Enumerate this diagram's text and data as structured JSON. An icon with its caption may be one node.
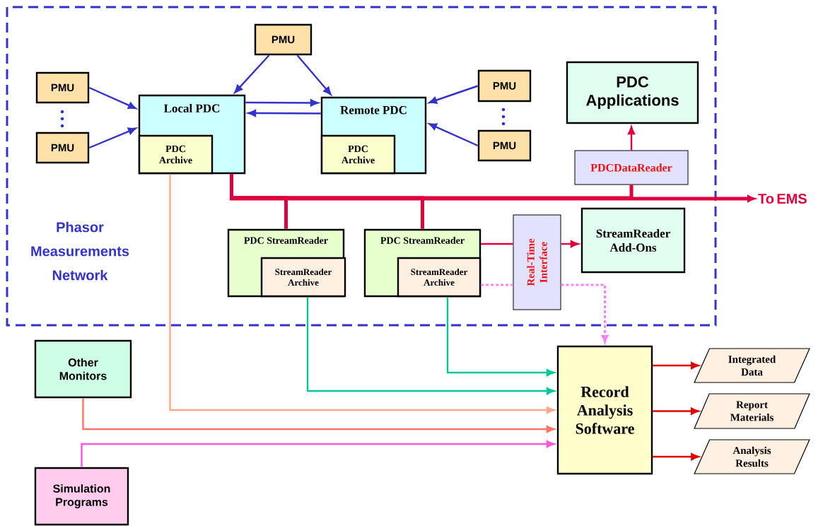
{
  "diagram": {
    "nodes": [
      {
        "text": [
          "Phasor Measurements Network"
        ]
      },
      {
        "text": [
          "PMU"
        ],
        "in": 0
      },
      {
        "text": [
          "PMU"
        ],
        "in": 0
      },
      {
        "text": [
          "PMU"
        ],
        "in": 0
      },
      {
        "text": [
          "Local PDC"
        ],
        "in": 0
      },
      {
        "text": [
          "PDC Archive"
        ],
        "in": 4
      },
      {
        "text": [
          "Remote PDC"
        ],
        "in": 0
      },
      {
        "text": [
          "PDC Archive"
        ],
        "in": 6
      },
      {
        "text": [
          "PMU"
        ],
        "in": 0
      },
      {
        "text": [
          "PMU"
        ],
        "in": 0
      },
      {
        "text": [
          "PDC Applications"
        ],
        "in": 0
      },
      {
        "text": [
          "PDCDataReader"
        ],
        "in": 0
      },
      {
        "text": [
          "PDC StreamReader"
        ],
        "in": 0
      },
      {
        "text": [
          "StreamReader Archive"
        ],
        "in": 12
      },
      {
        "text": [
          "PDC StreamReader"
        ],
        "in": 0
      },
      {
        "text": [
          "StreamReader Archive"
        ],
        "in": 14
      },
      {
        "text": [
          "Real-Time Interface"
        ],
        "in": 0
      },
      {
        "text": [
          "StreamReader Add-Ons"
        ],
        "in": 0
      },
      {
        "text": [
          "To EMS"
        ]
      },
      {
        "text": [
          "Other Monitors"
        ]
      },
      {
        "text": [
          "Simulation Programs"
        ]
      },
      {
        "text": [
          "Record Analysis Software"
        ]
      },
      {
        "text": [
          "Integrated Data"
        ]
      },
      {
        "text": [
          "Report Materials"
        ]
      },
      {
        "text": [
          "Analysis Results"
        ]
      }
    ],
    "edges": [
      {
        "from": 1,
        "to": 4,
        "arrow": "to"
      },
      {
        "from": 1,
        "to": 6,
        "arrow": "to"
      },
      {
        "from": 2,
        "to": 4,
        "arrow": "to"
      },
      {
        "from": 3,
        "to": 4,
        "arrow": "to"
      },
      {
        "from": 4,
        "to": 6,
        "arrow": "to"
      },
      {
        "from": 6,
        "to": 4,
        "arrow": "to"
      },
      {
        "from": 8,
        "to": 6,
        "arrow": "to"
      },
      {
        "from": 9,
        "to": 6,
        "arrow": "to"
      },
      {
        "from": 4,
        "to": 18,
        "arrow": "to",
        "style": "thick",
        "color": "#e0003c"
      },
      {
        "from": 4,
        "to": 12,
        "arrow": "none",
        "style": "thick",
        "color": "#e0003c"
      },
      {
        "from": 4,
        "to": 14,
        "arrow": "none",
        "style": "thick",
        "color": "#e0003c"
      },
      {
        "from": 4,
        "to": 11,
        "arrow": "none",
        "style": "thick",
        "color": "#e0003c"
      },
      {
        "from": 11,
        "to": 10,
        "arrow": "to",
        "color": "#e0003c"
      },
      {
        "from": 14,
        "to": 16,
        "arrow": "none",
        "color": "#e0003c"
      },
      {
        "from": 16,
        "to": 17,
        "arrow": "to",
        "color": "#e0003c"
      },
      {
        "from": 15,
        "to": 16,
        "arrow": "none",
        "style": "dashed",
        "color": "#ff80ff"
      },
      {
        "from": 16,
        "to": 21,
        "arrow": "to",
        "style": "dashed",
        "color": "#ff80ff"
      },
      {
        "from": 5,
        "to": 21,
        "arrow": "to",
        "color": "#ffa888"
      },
      {
        "from": 13,
        "to": 21,
        "arrow": "to",
        "color": "#00c896"
      },
      {
        "from": 15,
        "to": 21,
        "arrow": "to",
        "color": "#00c896"
      },
      {
        "from": 19,
        "to": 21,
        "arrow": "to",
        "color": "#ff7468"
      },
      {
        "from": 20,
        "to": 21,
        "arrow": "to",
        "color": "#ff55dd"
      },
      {
        "from": 21,
        "to": 22,
        "arrow": "to",
        "color": "#e00000"
      },
      {
        "from": 21,
        "to": 23,
        "arrow": "to",
        "color": "#e00000"
      },
      {
        "from": 21,
        "to": 24,
        "arrow": "to",
        "color": "#e00000"
      }
    ]
  }
}
